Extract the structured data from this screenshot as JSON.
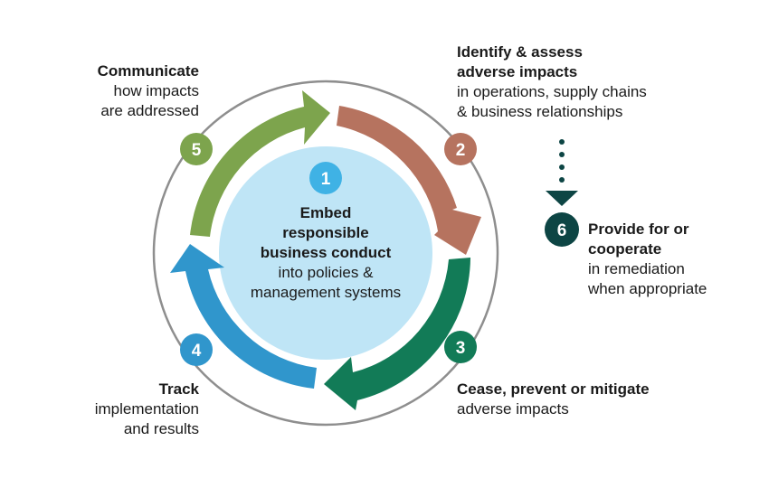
{
  "colors": {
    "step1": "#3fb2e5",
    "step2": "#b6735f",
    "step3": "#127b57",
    "step4": "#3096cc",
    "step5": "#7da44d",
    "step6": "#0d4544",
    "center_fill": "#bfe5f6",
    "ring": "#8e8e8e"
  },
  "steps": {
    "s1": {
      "number": "1",
      "title_lines": [
        "Embed",
        "responsible",
        "business conduct"
      ],
      "desc_lines": [
        "into policies &",
        "management systems"
      ]
    },
    "s2": {
      "number": "2",
      "title_lines": [
        "Identify & assess",
        "adverse impacts"
      ],
      "desc_lines": [
        "in operations, supply chains",
        "& business relationships"
      ]
    },
    "s3": {
      "number": "3",
      "title_lines": [
        "Cease, prevent or mitigate"
      ],
      "desc_lines": [
        "adverse impacts"
      ]
    },
    "s4": {
      "number": "4",
      "title_lines": [
        "Track"
      ],
      "desc_lines": [
        "implementation",
        "and results"
      ]
    },
    "s5": {
      "number": "5",
      "title_lines": [
        "Communicate"
      ],
      "desc_lines": [
        "how impacts",
        "are addressed"
      ]
    },
    "s6": {
      "number": "6",
      "title_lines": [
        "Provide for or",
        "cooperate"
      ],
      "desc_lines": [
        "in remediation",
        "when appropriate"
      ]
    }
  }
}
